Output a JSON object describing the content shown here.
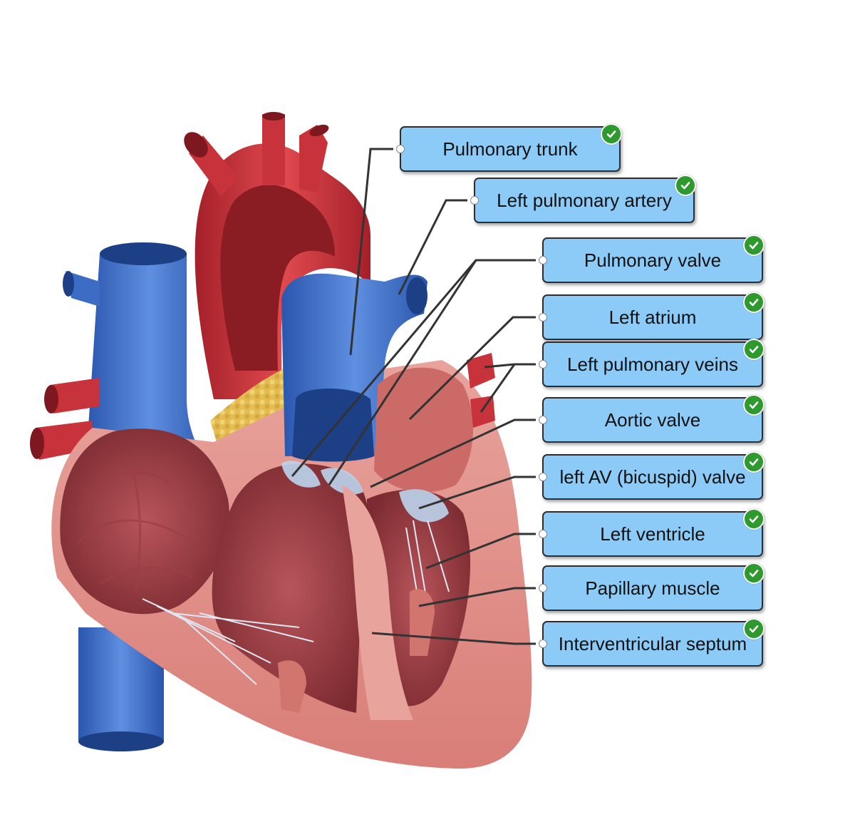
{
  "labels": [
    {
      "id": "pulmonary-trunk",
      "text": "Pulmonary trunk",
      "status": "correct"
    },
    {
      "id": "left-pulmonary-artery",
      "text": "Left pulmonary artery",
      "status": "correct"
    },
    {
      "id": "pulmonary-valve",
      "text": "Pulmonary valve",
      "status": "correct"
    },
    {
      "id": "left-atrium",
      "text": "Left atrium",
      "status": "correct"
    },
    {
      "id": "left-pulmonary-veins",
      "text": "Left pulmonary veins",
      "status": "correct"
    },
    {
      "id": "aortic-valve",
      "text": "Aortic valve",
      "status": "correct"
    },
    {
      "id": "left-av-valve",
      "text": "left AV (bicuspid) valve",
      "status": "correct"
    },
    {
      "id": "left-ventricle",
      "text": "Left ventricle",
      "status": "correct"
    },
    {
      "id": "papillary-muscle",
      "text": "Papillary muscle",
      "status": "correct"
    },
    {
      "id": "interventricular-septum",
      "text": "Interventricular septum",
      "status": "correct"
    }
  ],
  "colors": {
    "label_fill": "#8ccbf7",
    "check": "#2e9a2e",
    "artery_red": "#c8323a",
    "vein_blue": "#3c6cc4",
    "myocardium": "#d9807a",
    "fat": "#e6c45a",
    "leader": "#333333"
  }
}
